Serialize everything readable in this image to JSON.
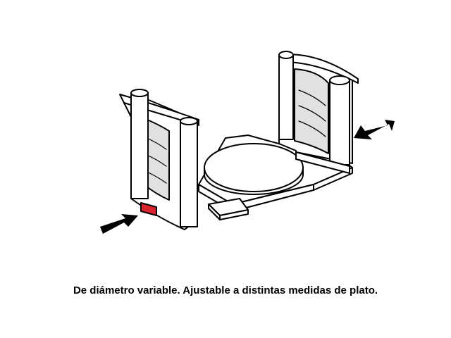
{
  "caption": "De diámetro variable. Ajustable a distintas medidas de plato.",
  "colors": {
    "outline": "#000000",
    "body": "#ffffff",
    "insert": "#e1e1e1",
    "lock": "#d9232e",
    "arrow": "#000000"
  },
  "parts": {
    "left_holder": "left-holder",
    "right_holder": "right-holder",
    "plate": "round-plate",
    "base": "sliding-base",
    "lock": "red-lock-tab"
  },
  "arrows": {
    "left": "arrow-right-push-icon",
    "right": "arrow-left-push-icon"
  }
}
